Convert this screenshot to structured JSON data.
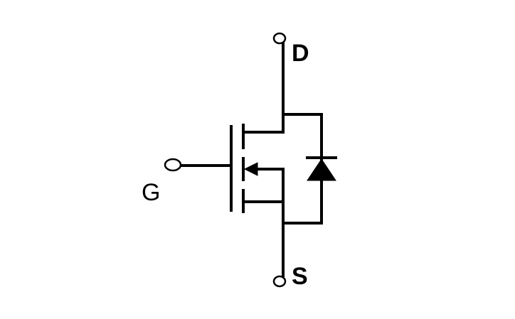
{
  "diagram": {
    "labels": {
      "drain": "D",
      "source": "S",
      "gate": "G"
    },
    "colors": {
      "line": "#000000",
      "background": "#ffffff"
    }
  }
}
